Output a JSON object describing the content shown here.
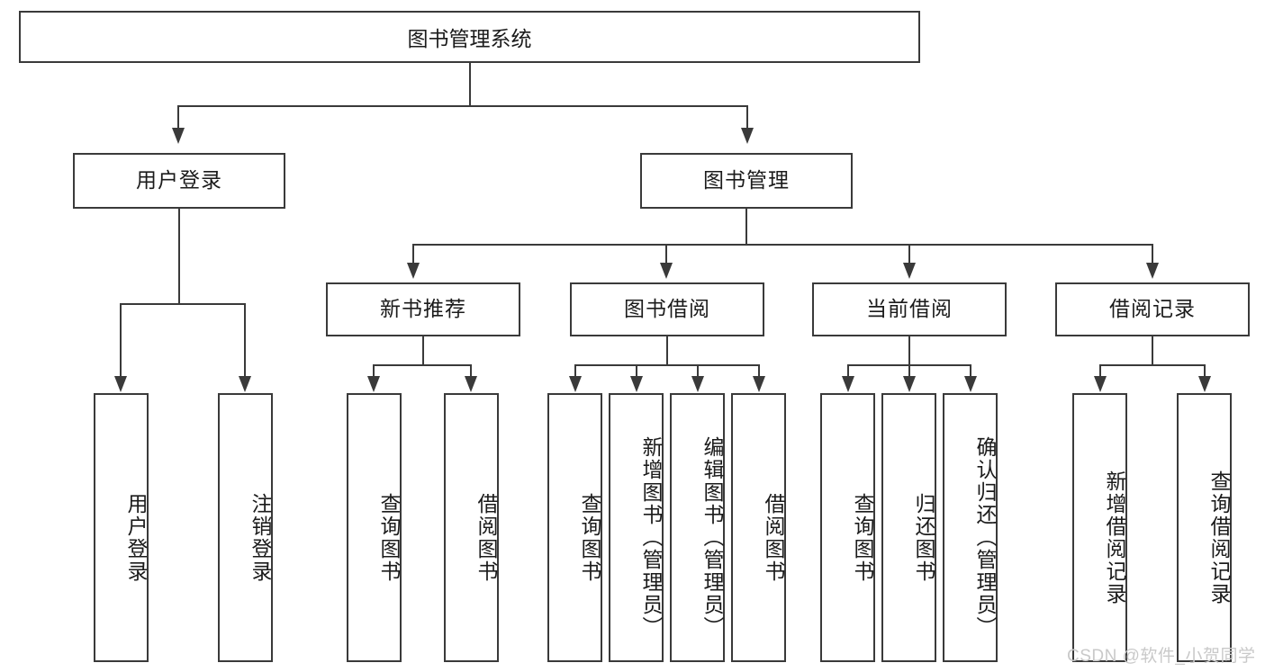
{
  "diagram": {
    "type": "tree",
    "title": "图书管理系统",
    "root": {
      "label": "图书管理系统"
    },
    "level2": [
      {
        "label": "用户登录"
      },
      {
        "label": "图书管理"
      }
    ],
    "level3": [
      {
        "label": "新书推荐"
      },
      {
        "label": "图书借阅"
      },
      {
        "label": "当前借阅"
      },
      {
        "label": "借阅记录"
      }
    ],
    "leaves": {
      "user_login": [
        {
          "label": "用户登录"
        },
        {
          "label": "注销登录"
        }
      ],
      "new_book_recommend": [
        {
          "label": "查询图书"
        },
        {
          "label": "借阅图书"
        }
      ],
      "book_borrow": [
        {
          "label": "查询图书"
        },
        {
          "label": "新增图书（管理员）"
        },
        {
          "label": "编辑图书（管理员）"
        },
        {
          "label": "借阅图书"
        }
      ],
      "current_borrow": [
        {
          "label": "查询图书"
        },
        {
          "label": "归还图书"
        },
        {
          "label": "确认归还（管理员）"
        }
      ],
      "borrow_record": [
        {
          "label": "新增借阅记录"
        },
        {
          "label": "查询借阅记录"
        }
      ]
    }
  },
  "watermark": {
    "text": "CSDN @软件_小贺同学"
  },
  "colors": {
    "stroke": "#3a3a3a",
    "text": "#1b1b1b",
    "background": "#ffffff",
    "watermark": "#c9c9c9"
  }
}
